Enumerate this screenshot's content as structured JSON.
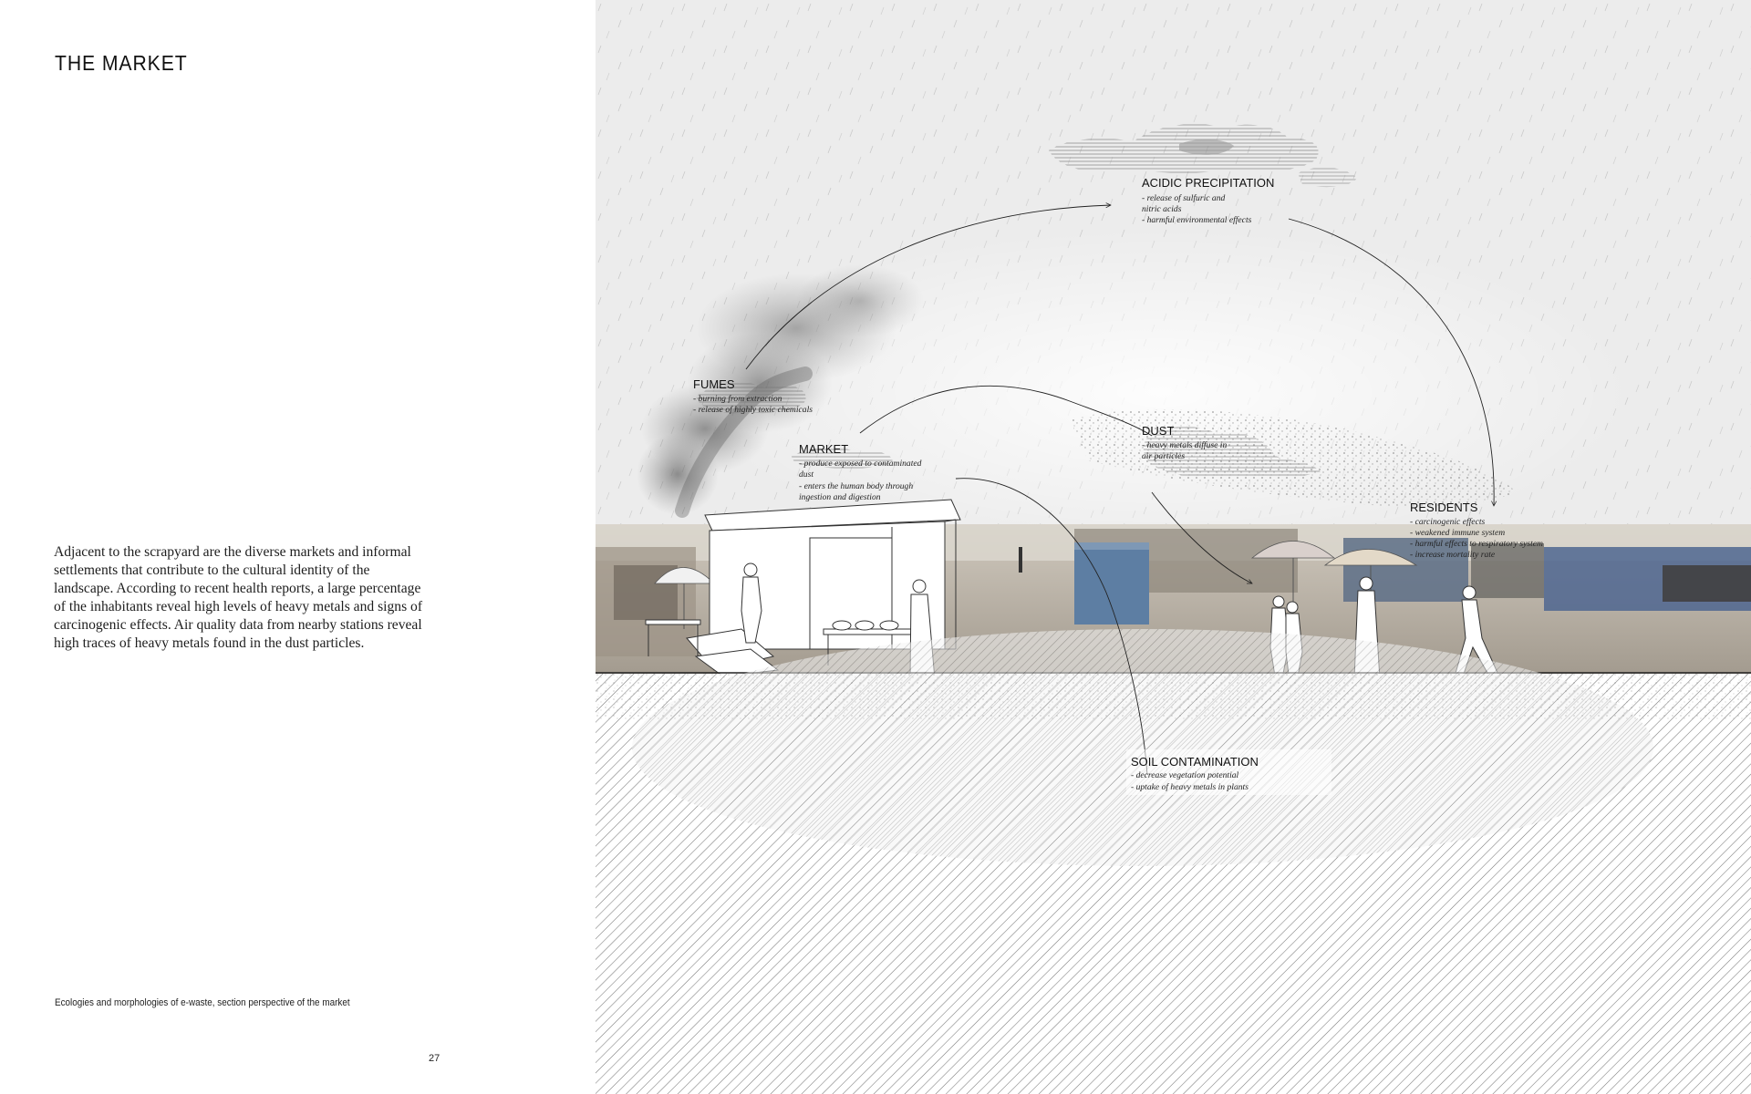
{
  "page": {
    "title": "THE MARKET",
    "body": "Adjacent to the scrapyard are the diverse markets and informal settlements that contribute to the cultural identity of the landscape. According to recent health reports, a large percentage of the inhabitants reveal high levels of heavy metals and signs of carcinogenic effects. Air quality data from nearby stations reveal high traces of heavy metals found in the dust particles.",
    "caption": "Ecologies and morphologies of e-waste, section perspective of the market",
    "page_number": "27"
  },
  "annotations": {
    "acidic": {
      "title": "ACIDIC PRECIPITATION",
      "notes": [
        "- release of sulfuric and",
        "nitric acids",
        "- harmful environmental effects"
      ]
    },
    "fumes": {
      "title": "FUMES",
      "notes": [
        "- burning from extraction",
        "- release of highly toxic chemicals"
      ]
    },
    "market": {
      "title": "MARKET",
      "notes": [
        "- produce exposed to contaminated",
        "dust",
        "- enters the human body through",
        "ingestion and digestion"
      ]
    },
    "dust": {
      "title": "DUST",
      "notes": [
        "- heavy metals diffuse in",
        "air particles"
      ]
    },
    "residents": {
      "title": "RESIDENTS",
      "notes": [
        "- carcinogenic effects",
        "- weakened immune system",
        "- harmful effects to respiratory system",
        "- increase mortality rate"
      ]
    },
    "soil": {
      "title": "SOIL CONTAMINATION",
      "notes": [
        "- decrease vegetation potential",
        "- uptake of heavy metals in plants"
      ]
    }
  }
}
